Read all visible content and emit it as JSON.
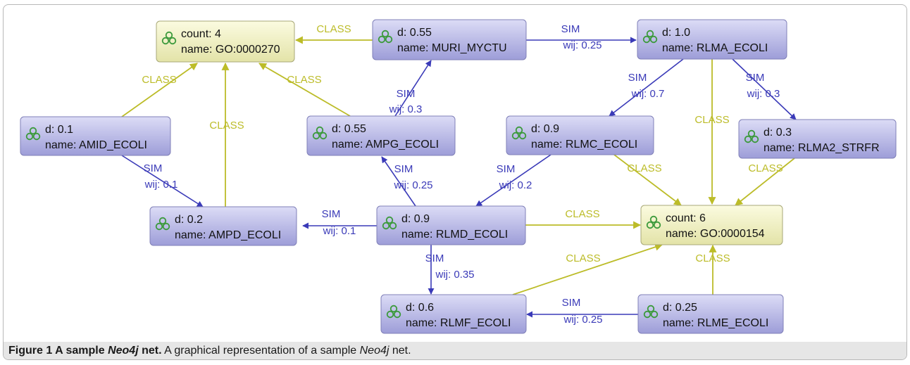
{
  "nodes": [
    {
      "id": "go270",
      "kind": "go",
      "line1": "count: 4",
      "line2": "name: GO:0000270"
    },
    {
      "id": "muri",
      "kind": "prot",
      "line1": "d: 0.55",
      "line2": "name: MURI_MYCTU"
    },
    {
      "id": "rlma",
      "kind": "prot",
      "line1": "d: 1.0",
      "line2": "name: RLMA_ECOLI"
    },
    {
      "id": "amid",
      "kind": "prot",
      "line1": "d: 0.1",
      "line2": "name: AMID_ECOLI"
    },
    {
      "id": "ampg",
      "kind": "prot",
      "line1": "d: 0.55",
      "line2": "name: AMPG_ECOLI"
    },
    {
      "id": "rlmc",
      "kind": "prot",
      "line1": "d: 0.9",
      "line2": "name: RLMC_ECOLI"
    },
    {
      "id": "rlma2",
      "kind": "prot",
      "line1": "d: 0.3",
      "line2": "name: RLMA2_STRFR"
    },
    {
      "id": "ampd",
      "kind": "prot",
      "line1": "d: 0.2",
      "line2": "name: AMPD_ECOLI"
    },
    {
      "id": "rlmd",
      "kind": "prot",
      "line1": "d: 0.9",
      "line2": "name: RLMD_ECOLI"
    },
    {
      "id": "go154",
      "kind": "go",
      "line1": "count: 6",
      "line2": "name: GO:0000154"
    },
    {
      "id": "rlmf",
      "kind": "prot",
      "line1": "d: 0.6",
      "line2": "name: RLMF_ECOLI"
    },
    {
      "id": "rlme",
      "kind": "prot",
      "line1": "d: 0.25",
      "line2": "name: RLME_ECOLI"
    }
  ],
  "edges": [
    {
      "from": "muri",
      "to": "go270",
      "type": "CLASS",
      "label": "CLASS"
    },
    {
      "from": "amid",
      "to": "go270",
      "type": "CLASS",
      "label": "CLASS"
    },
    {
      "from": "ampd",
      "to": "go270",
      "type": "CLASS",
      "label": "CLASS"
    },
    {
      "from": "ampg",
      "to": "go270",
      "type": "CLASS",
      "label": "CLASS"
    },
    {
      "from": "muri",
      "to": "rlma",
      "type": "SIM",
      "label": "SIM",
      "wij": "wij: 0.25"
    },
    {
      "from": "ampg",
      "to": "muri",
      "type": "SIM",
      "label": "SIM",
      "wij": "wij: 0.3"
    },
    {
      "from": "rlma",
      "to": "rlmc",
      "type": "SIM",
      "label": "SIM",
      "wij": "wij: 0.7"
    },
    {
      "from": "rlma",
      "to": "rlma2",
      "type": "SIM",
      "label": "SIM",
      "wij": "wij: 0.3"
    },
    {
      "from": "rlma",
      "to": "go154",
      "type": "CLASS",
      "label": "CLASS"
    },
    {
      "from": "amid",
      "to": "ampd",
      "type": "SIM",
      "label": "SIM",
      "wij": "wij: 0.1"
    },
    {
      "from": "rlmd",
      "to": "ampg",
      "type": "SIM",
      "label": "SIM",
      "wij": "wij: 0.25"
    },
    {
      "from": "rlmc",
      "to": "rlmd",
      "type": "SIM",
      "label": "SIM",
      "wij": "wij: 0.2"
    },
    {
      "from": "rlmc",
      "to": "go154",
      "type": "CLASS",
      "label": "CLASS"
    },
    {
      "from": "rlma2",
      "to": "go154",
      "type": "CLASS",
      "label": "CLASS"
    },
    {
      "from": "rlmd",
      "to": "ampd",
      "type": "SIM",
      "label": "SIM",
      "wij": "wij: 0.1"
    },
    {
      "from": "rlmd",
      "to": "go154",
      "type": "CLASS",
      "label": "CLASS"
    },
    {
      "from": "rlmd",
      "to": "rlmf",
      "type": "SIM",
      "label": "SIM",
      "wij": "wij: 0.35"
    },
    {
      "from": "rlmf",
      "to": "go154",
      "type": "CLASS",
      "label": "CLASS"
    },
    {
      "from": "rlme",
      "to": "rlmf",
      "type": "SIM",
      "label": "SIM",
      "wij": "wij: 0.25"
    },
    {
      "from": "rlme",
      "to": "go154",
      "type": "CLASS",
      "label": "CLASS"
    }
  ],
  "colors": {
    "sim_edge": "#3a3ab8",
    "class_edge": "#bcbc28",
    "prot_fill_top": "#dcdcf6",
    "prot_fill_bottom": "#9d9dd8",
    "go_fill_top": "#fbfbe0",
    "go_fill_bottom": "#e3e3a8",
    "node_text": "#111111",
    "icon_color": "#3c9a3c"
  },
  "caption": {
    "bold": "Figure 1 A sample ",
    "bold_italic": "Neo4j",
    "bold_tail": " net.",
    "text": " A graphical representation of a sample ",
    "italic": "Neo4j",
    "tail": " net."
  }
}
